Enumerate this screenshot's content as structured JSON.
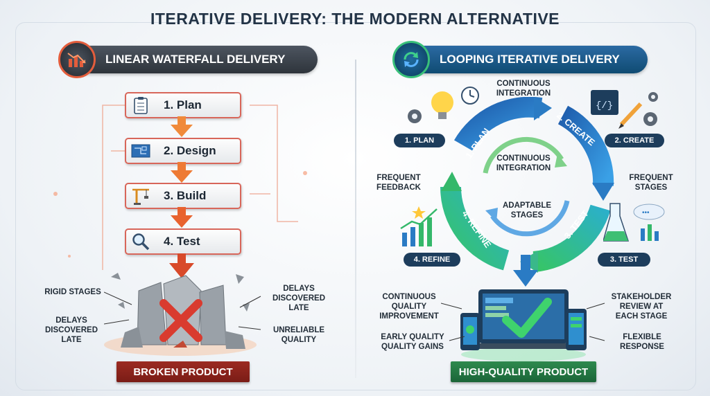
{
  "title": "ITERATIVE DELIVERY: THE MODERN ALTERNATIVE",
  "left": {
    "heading": "LINEAR WATERFALL DELIVERY",
    "steps": [
      "1. Plan",
      "2. Design",
      "3. Build",
      "4. Test"
    ],
    "labels": {
      "rigid": "RIGID STAGES",
      "delays_left": "DELAYS\nDISCOVERED\nLATE",
      "delays_right": "DELAYS\nDISCOVERED\nLATE",
      "unreliable": "UNRELIABLE\nQUALITY"
    },
    "banner": "BROKEN PRODUCT"
  },
  "right": {
    "heading": "LOOPING ITERATIVE DELIVERY",
    "ci_top": "CONTINUOUS\nINTEGRATION",
    "ci_inner": "CONTINUOUS\nINTEGRATION",
    "adaptable": "ADAPTABLE\nSTAGES",
    "arc_labels": [
      "1. PLAN",
      "2. CREATE",
      "3. TEST",
      "4. REFINE"
    ],
    "stage_pills": [
      "1. PLAN",
      "2. CREATE",
      "3. TEST",
      "4. REFINE"
    ],
    "frequent_feedback": "FREQUENT\nFEEDBACK",
    "frequent_stages": "FREQUENT\nSTAGES",
    "outcomes": {
      "cqi": "CONTINUOUS\nQUALITY\nIMPROVEMENT",
      "early": "EARLY QUALITY\nQUALITY GAINS",
      "stakeholder": "STAKEHOLDER\nREVIEW AT\nEACH STAGE",
      "flexible": "FLEXIBLE\nRESPONSE"
    },
    "banner": "HIGH-QUALITY PRODUCT"
  },
  "colors": {
    "waterfall_accent": "#e35d3c",
    "iterative_blue": "#2a7bc4",
    "iterative_green": "#34b86a",
    "broken_red": "#8c241c",
    "good_green": "#237343"
  }
}
